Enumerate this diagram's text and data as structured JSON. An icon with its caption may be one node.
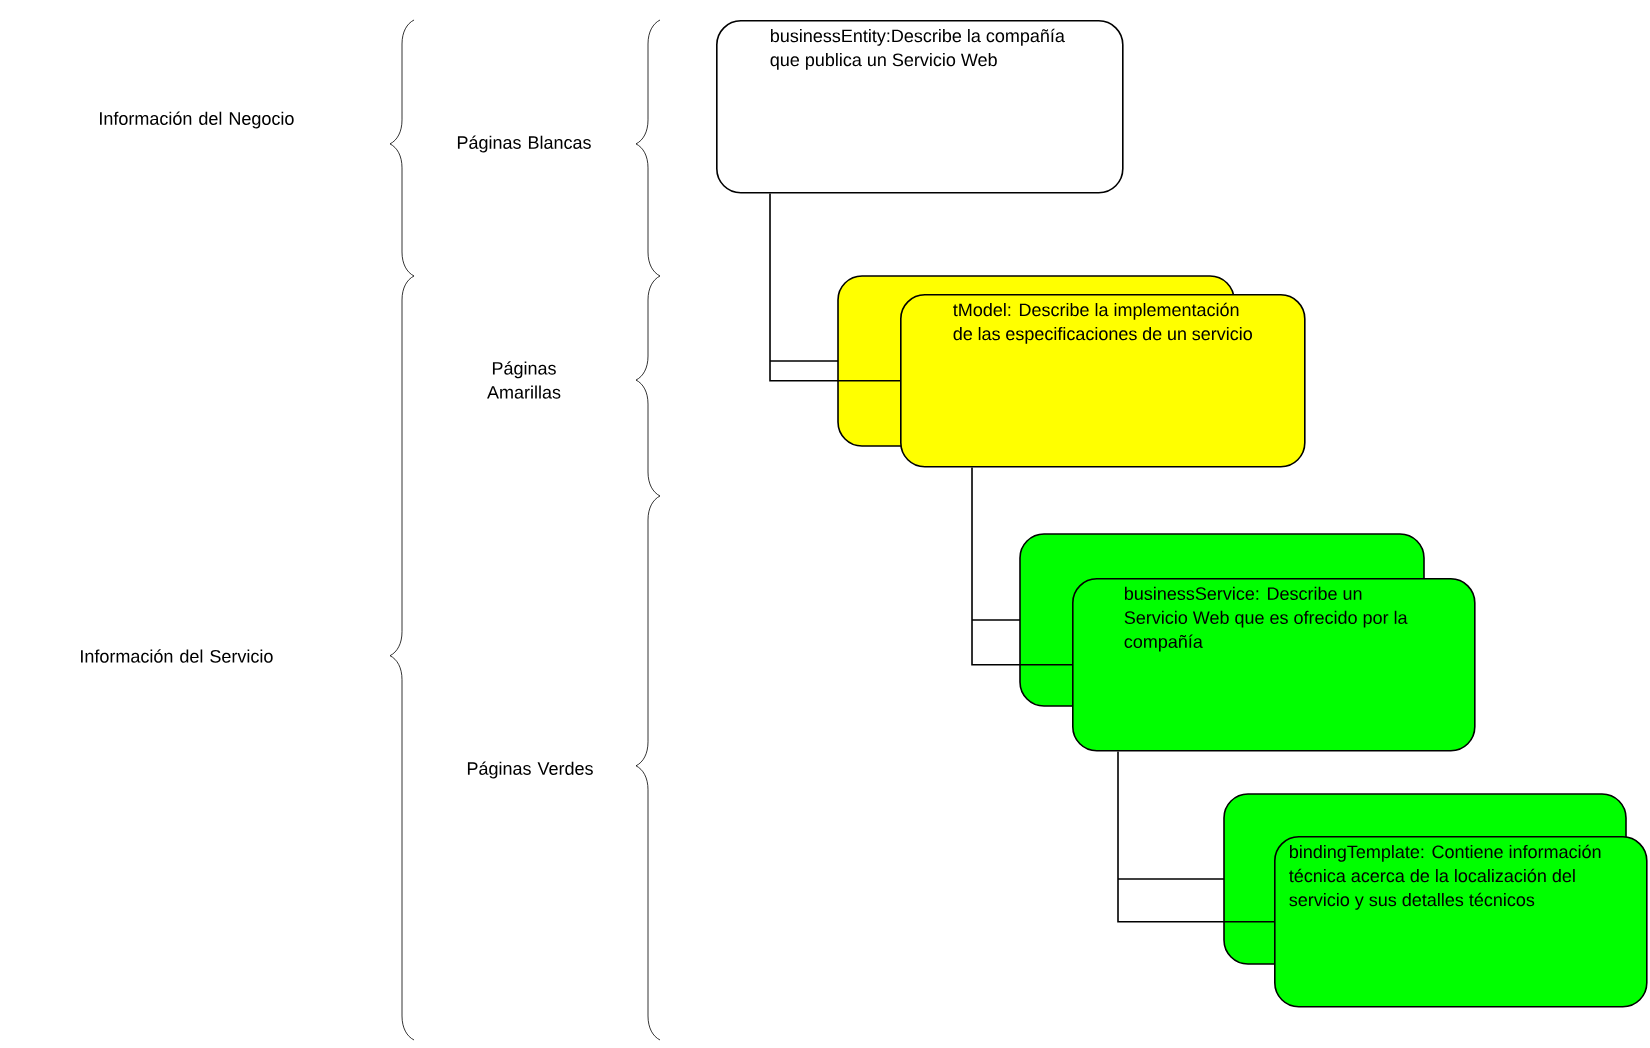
{
  "diagram": {
    "nodes": [
      {
        "text": [
          "businessEntity:Describe la compañía que publica un Servicio Web"
        ]
      },
      {
        "text": [
          "tModel: Describe la implementación de las especificaciones de un servicio"
        ]
      },
      {
        "text": [
          "businessService: Describe un Servicio Web que es ofrecido por la compañía"
        ]
      },
      {
        "text": [
          "bindingTemplate: Contiene información técnica acerca de la localización del servicio y sus detalles técnicos"
        ]
      }
    ],
    "edges": [
      {
        "from": 0,
        "to": 1,
        "arrow": "none"
      },
      {
        "from": 1,
        "to": 2,
        "arrow": "none"
      },
      {
        "from": 2,
        "to": 3,
        "arrow": "none"
      }
    ],
    "labels": [
      "Información del Negocio",
      "Páginas Blancas",
      "Páginas Amarillas",
      "Información del Servicio",
      "Páginas Verdes"
    ]
  }
}
